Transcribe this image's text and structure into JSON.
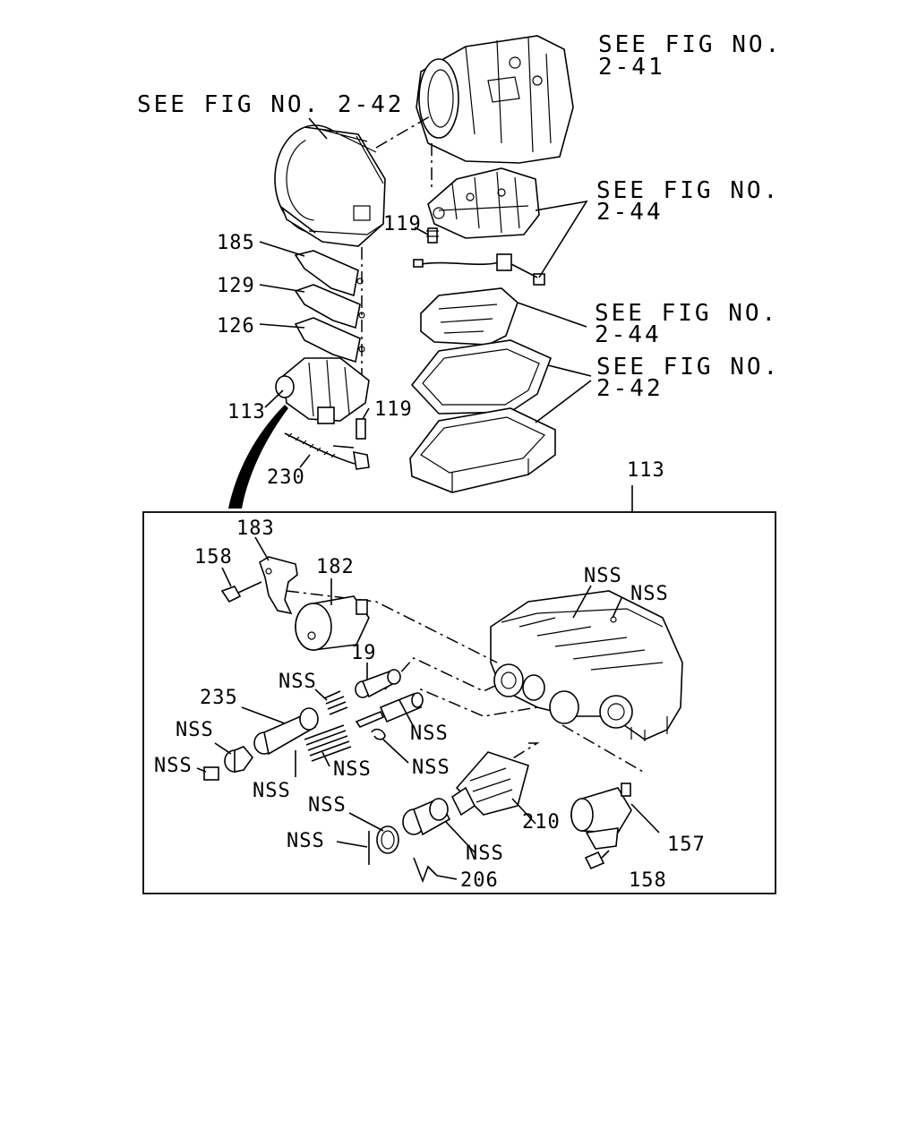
{
  "refs": {
    "fig_2_42_top": "SEE FIG NO. 2-42",
    "fig_2_41_line1": "SEE FIG NO.",
    "fig_2_41_line2": "2-41",
    "fig_2_44a_line1": "SEE FIG NO.",
    "fig_2_44a_line2": "2-44",
    "fig_2_44b_line1": "SEE FIG NO.",
    "fig_2_44b_line2": "2-44",
    "fig_2_42b_line1": "SEE FIG NO.",
    "fig_2_42b_line2": "2-42"
  },
  "upper_callouts": {
    "p185": "185",
    "p129": "129",
    "p126": "126",
    "p113": "113",
    "p119a": "119",
    "p119b": "119",
    "p230": "230",
    "detail_113": "113"
  },
  "detail_callouts": {
    "p183": "183",
    "p158a": "158",
    "p182": "182",
    "nss1": "NSS",
    "nss2": "NSS",
    "p19": "19",
    "nss3": "NSS",
    "p235": "235",
    "nss4": "NSS",
    "nss5": "NSS",
    "nss6": "NSS",
    "nss7": "NSS",
    "nss8": "NSS",
    "nss9": "NSS",
    "nss10": "NSS",
    "p210": "210",
    "nss11": "NSS",
    "nss12": "NSS",
    "p157": "157",
    "p206": "206",
    "p158b": "158"
  }
}
